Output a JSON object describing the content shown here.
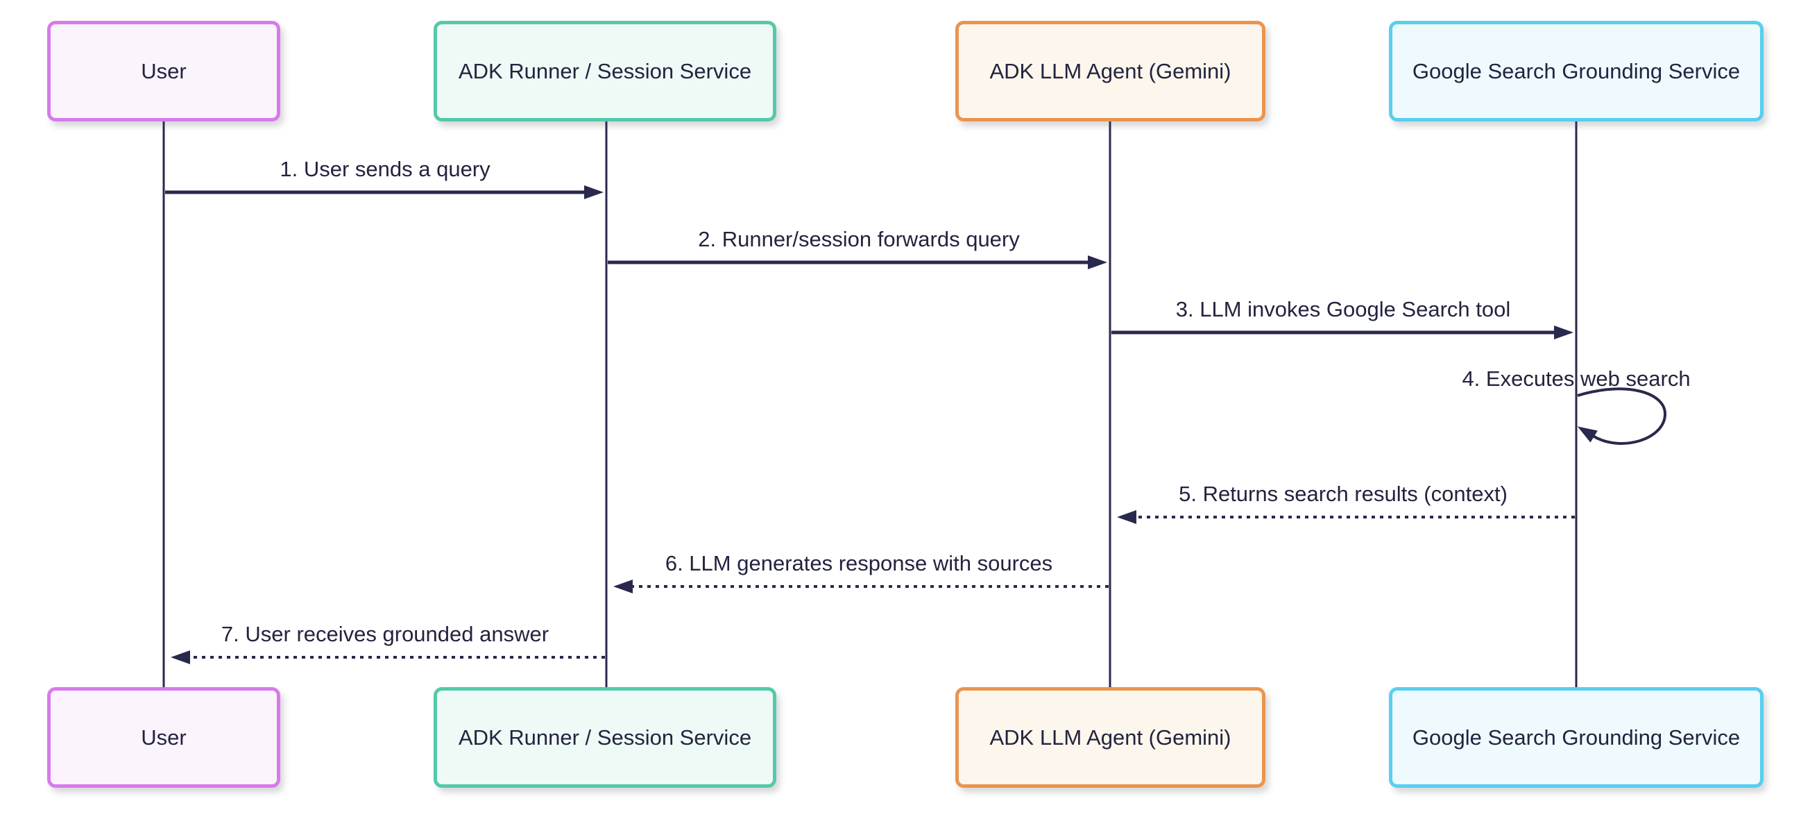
{
  "diagram_type": "sequence-diagram",
  "actors": [
    {
      "id": "user",
      "label": "User"
    },
    {
      "id": "adk_runner",
      "label": "ADK Runner / Session Service"
    },
    {
      "id": "adk_llm_agent",
      "label": "ADK LLM Agent (Gemini)"
    },
    {
      "id": "google_search",
      "label": "Google Search Grounding Service"
    }
  ],
  "messages": [
    {
      "label": "1. User sends a query",
      "from": "User",
      "to": "ADK Runner / Session Service",
      "line": "solid"
    },
    {
      "label": "2. Runner/session forwards query",
      "from": "ADK Runner / Session Service",
      "to": "ADK LLM Agent (Gemini)",
      "line": "solid"
    },
    {
      "label": "3. LLM invokes Google Search tool",
      "from": "ADK LLM Agent (Gemini)",
      "to": "Google Search Grounding Service",
      "line": "solid"
    },
    {
      "label": "4. Executes web search",
      "from": "Google Search Grounding Service",
      "to": "Google Search Grounding Service",
      "line": "self-loop"
    },
    {
      "label": "5. Returns search results (context)",
      "from": "Google Search Grounding Service",
      "to": "ADK LLM Agent (Gemini)",
      "line": "dotted"
    },
    {
      "label": "6. LLM generates response with sources",
      "from": "ADK LLM Agent (Gemini)",
      "to": "ADK Runner / Session Service",
      "line": "dotted"
    },
    {
      "label": "7. User receives grounded answer",
      "from": "ADK Runner / Session Service",
      "to": "User",
      "line": "dotted"
    }
  ],
  "colors": {
    "user_fill": "#fbf4fd",
    "user_border": "#d77bea",
    "runner_fill": "#eefaf5",
    "runner_border": "#54c9a9",
    "llm_fill": "#fdf6ec",
    "llm_border": "#e9954f",
    "google_fill": "#eefafd",
    "google_border": "#58cfee",
    "line": "#29294d",
    "text": "#23233f"
  }
}
